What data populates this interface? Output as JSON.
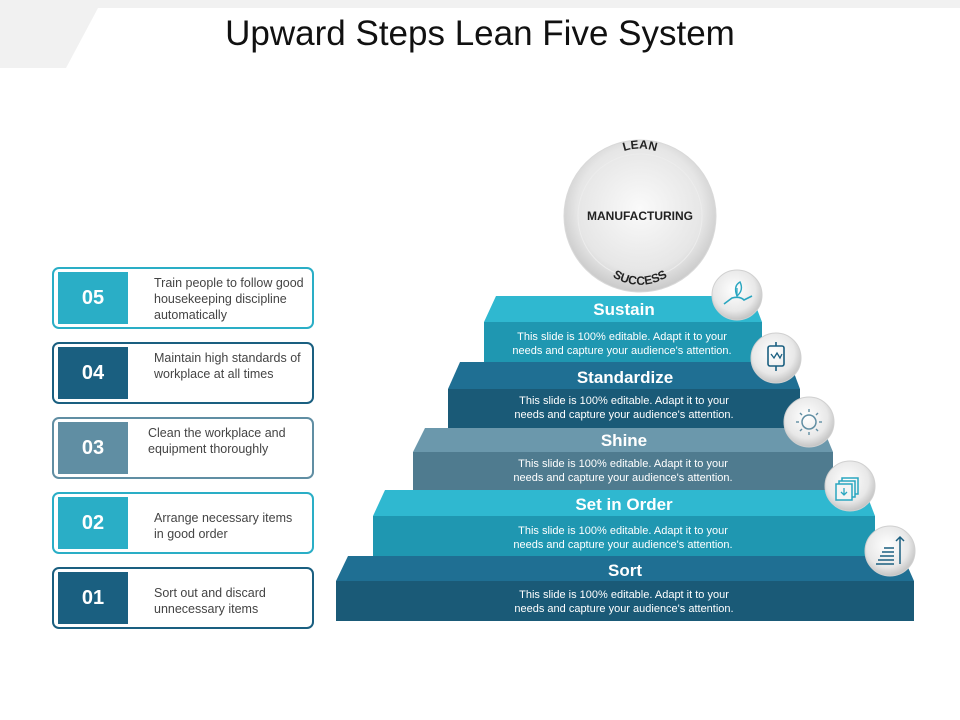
{
  "title": "Upward Steps Lean Five System",
  "circle": {
    "top_text": "LEAN",
    "center_text": "MANUFACTURING",
    "bottom_text": "SUCCESS"
  },
  "cards": [
    {
      "num": "05",
      "text": "Train people to follow good housekeeping discipline automatically",
      "color": "#2aaec6"
    },
    {
      "num": "04",
      "text": "Maintain high standards of workplace at all times",
      "color": "#1a5f80"
    },
    {
      "num": "03",
      "text": "Clean the workplace and equipment thoroughly",
      "color": "#608ea3"
    },
    {
      "num": "02",
      "text": "Arrange necessary items in good order",
      "color": "#2aaec6"
    },
    {
      "num": "01",
      "text": "Sort out and discard unnecessary items",
      "color": "#1a5f80"
    }
  ],
  "steps": [
    {
      "title": "Sustain",
      "line1": "This slide is 100% editable. Adapt it to your",
      "line2": "needs and capture your audience's attention.",
      "top_color": "#2fb8d0",
      "front_color": "#1f97b1",
      "icon": "hand-plant-icon"
    },
    {
      "title": "Standardize",
      "line1": "This slide is 100% editable. Adapt it to your",
      "line2": "needs and capture your audience's attention.",
      "top_color": "#1f6f93",
      "front_color": "#1a5a77",
      "icon": "certificate-icon"
    },
    {
      "title": "Shine",
      "line1": "This slide is 100% editable. Adapt it to your",
      "line2": "needs and capture your audience's attention.",
      "top_color": "#6b98ac",
      "front_color": "#4f7b8f",
      "icon": "sun-icon"
    },
    {
      "title": "Set in Order",
      "line1": "This slide is 100% editable. Adapt it to your",
      "line2": "needs and capture your audience's attention.",
      "top_color": "#2fb8d0",
      "front_color": "#1f97b1",
      "icon": "stacked-boxes-icon"
    },
    {
      "title": "Sort",
      "line1": "This slide is 100% editable. Adapt it to your",
      "line2": "needs and capture your audience's attention.",
      "top_color": "#1f6f93",
      "front_color": "#1a5a77",
      "icon": "sort-arrow-icon"
    }
  ]
}
